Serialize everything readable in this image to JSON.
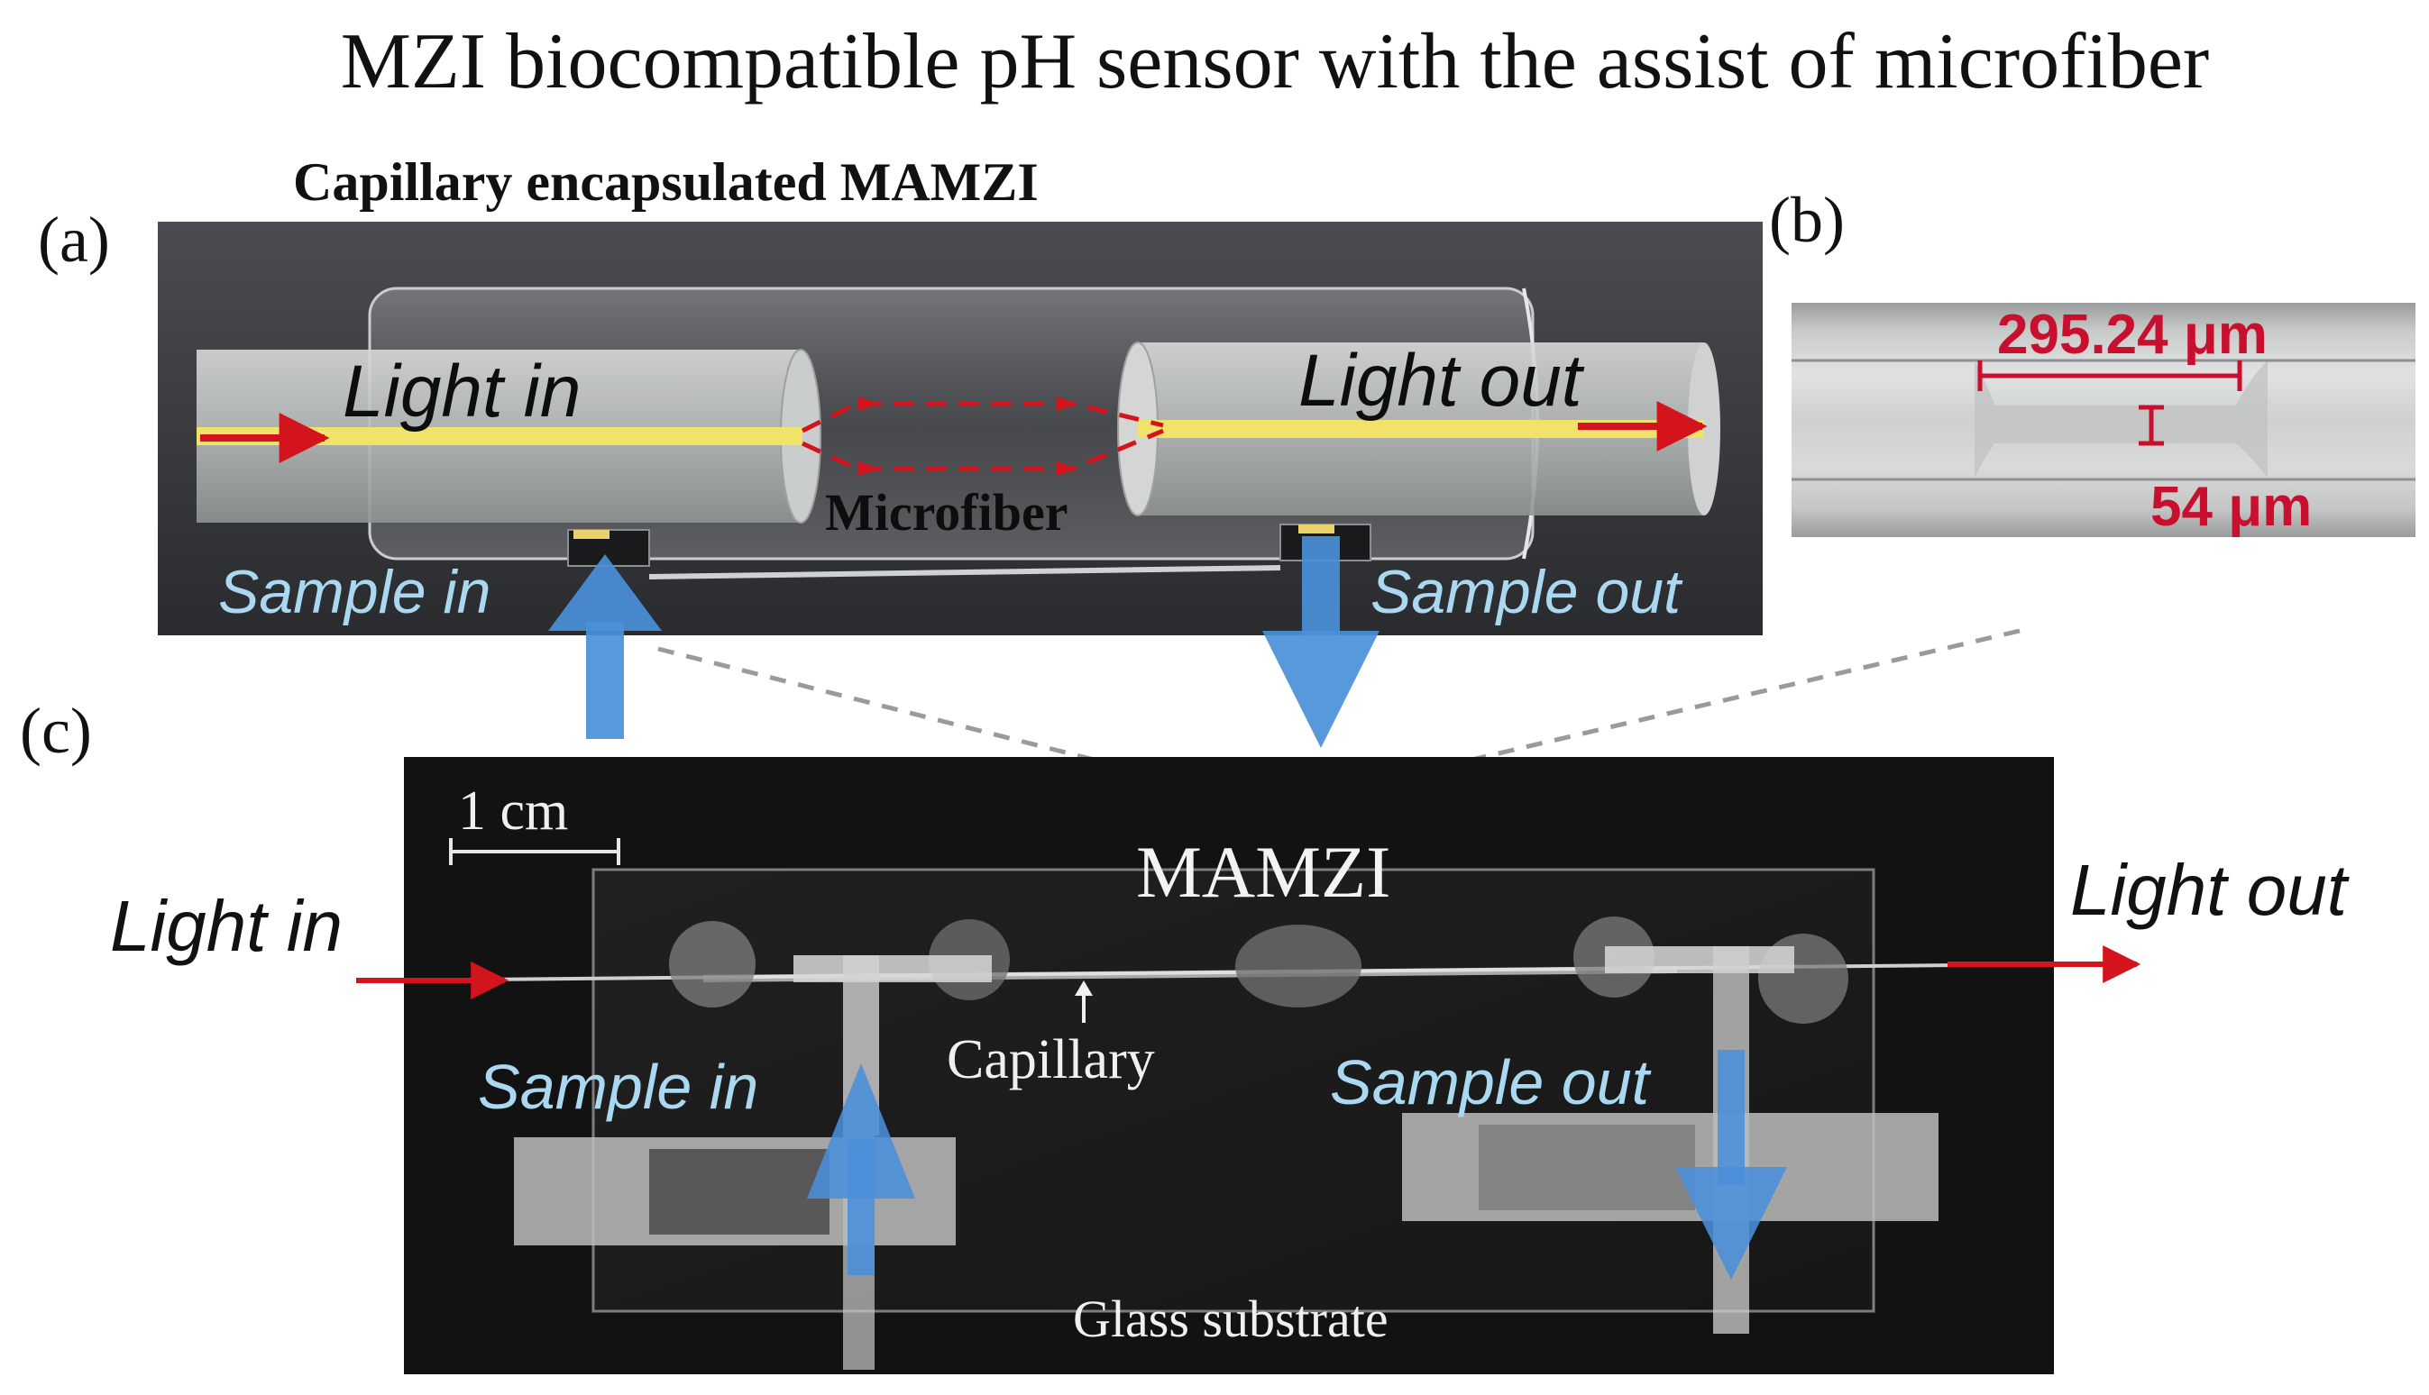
{
  "figure": {
    "title": "MZI biocompatible pH sensor with the assist of microfiber"
  },
  "panel_a": {
    "tag": "(a)",
    "header": "Capillary encapsulated MAMZI",
    "light_in": "Light in",
    "light_out": "Light out",
    "microfiber": "Microfiber",
    "sample_in": "Sample in",
    "sample_out": "Sample out"
  },
  "panel_b": {
    "tag": "(b)",
    "length": "295.24 μm",
    "width": "54 μm"
  },
  "panel_c": {
    "tag": "(c)",
    "scale": "1 cm",
    "device": "MAMZI",
    "light_in": "Light in",
    "light_out": "Light out",
    "capillary": "Capillary",
    "sample_in": "Sample in",
    "sample_out": "Sample out",
    "substrate": "Glass substrate"
  },
  "colors": {
    "light_arrow": "#d4141c",
    "flow_arrow": "#4a90d9",
    "label_blue": "#a9d8f0",
    "core": "#f1e36a",
    "dimension_red": "#c8102e"
  }
}
